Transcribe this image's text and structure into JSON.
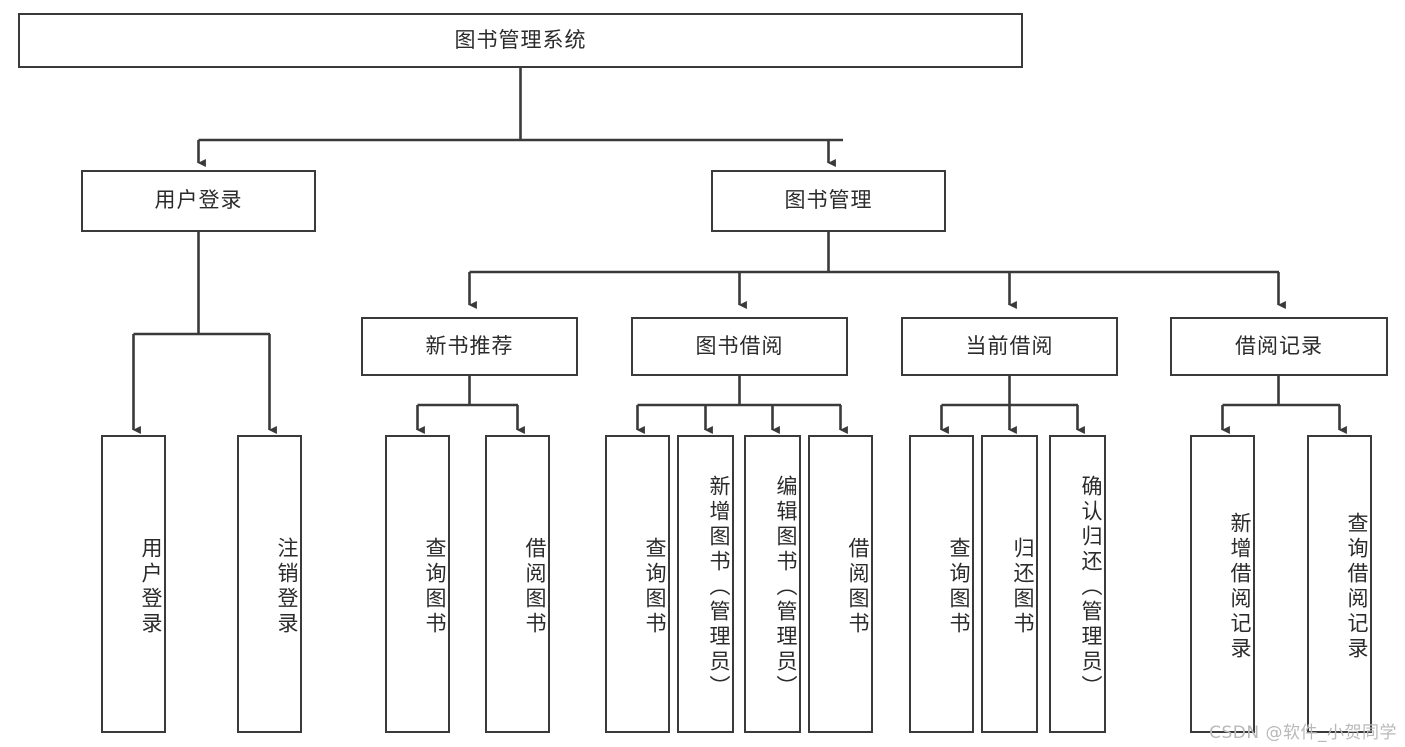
{
  "diagram": {
    "title": "图书管理系统",
    "type": "tree-hierarchy-chart",
    "root": {
      "label": "图书管理系统"
    },
    "level1": [
      {
        "label": "用户登录"
      },
      {
        "label": "图书管理"
      }
    ],
    "level2": [
      {
        "label": "新书推荐"
      },
      {
        "label": "图书借阅"
      },
      {
        "label": "当前借阅"
      },
      {
        "label": "借阅记录"
      }
    ],
    "leaves": {
      "user_login": [
        {
          "label": "用户登录"
        },
        {
          "label": "注销登录"
        }
      ],
      "new_book_recommend": [
        {
          "label": "查询图书"
        },
        {
          "label": "借阅图书"
        }
      ],
      "book_borrow": [
        {
          "label": "查询图书"
        },
        {
          "label": "新增图书（管理员）"
        },
        {
          "label": "编辑图书（管理员）"
        },
        {
          "label": "借阅图书"
        }
      ],
      "current_borrow": [
        {
          "label": "查询图书"
        },
        {
          "label": "归还图书"
        },
        {
          "label": "确认归还（管理员）"
        }
      ],
      "borrow_record": [
        {
          "label": "新增借阅记录"
        },
        {
          "label": "查询借阅记录"
        }
      ]
    }
  },
  "watermark": {
    "text": "CSDN @软件_小贺同学"
  },
  "colors": {
    "stroke": "#3a3a3a",
    "text": "#2b2b2b",
    "background": "#ffffff",
    "watermark": "#b9b9b9"
  }
}
